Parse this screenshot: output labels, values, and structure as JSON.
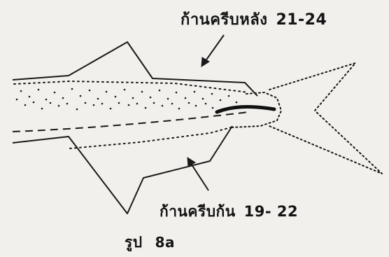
{
  "labels": {
    "dorsal_fin": {
      "text": "ก้านครีบหลัง",
      "count": "21-24"
    },
    "anal_fin": {
      "text": "ก้านครีบก้น",
      "count": "19- 22"
    }
  },
  "caption": {
    "prefix": "รูป",
    "number": "8a"
  },
  "colors": {
    "background": "#f1f0ec",
    "ink": "#1a1a1a"
  }
}
